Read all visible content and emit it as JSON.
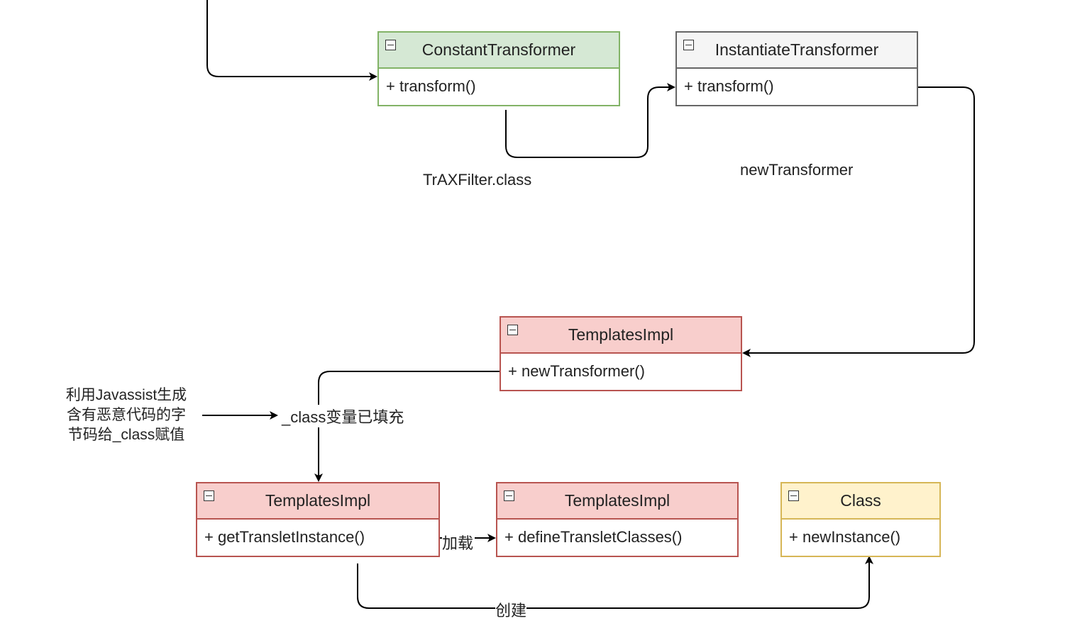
{
  "colors": {
    "green_fill": "#d5e8d4",
    "green_stroke": "#82b366",
    "gray_fill": "#f5f5f5",
    "gray_stroke": "#666666",
    "red_fill": "#f8cecc",
    "red_stroke": "#b85450",
    "yellow_fill": "#fff2cc",
    "yellow_stroke": "#d6b656"
  },
  "classes": {
    "constant_transformer": {
      "name": "ConstantTransformer",
      "method": "+ transform()"
    },
    "instantiate_transformer": {
      "name": "InstantiateTransformer",
      "method": "+ transform()"
    },
    "templates_impl_top": {
      "name": "TemplatesImpl",
      "method": "+ newTransformer()"
    },
    "templates_impl_left": {
      "name": "TemplatesImpl",
      "method": "+ getTransletInstance()"
    },
    "templates_impl_right": {
      "name": "TemplatesImpl",
      "method": "+ defineTransletClasses()"
    },
    "class_box": {
      "name": "Class",
      "method": "+ newInstance()"
    }
  },
  "labels": {
    "traxfilter": "TrAXFilter.class",
    "new_transformer": "newTransformer",
    "class_filled": "_class变量已填充",
    "load": "加载",
    "create": "创建"
  },
  "note": {
    "line1": "利用Javassist生成",
    "line2": "含有恶意代码的字",
    "line3": "节码给_class赋值"
  }
}
